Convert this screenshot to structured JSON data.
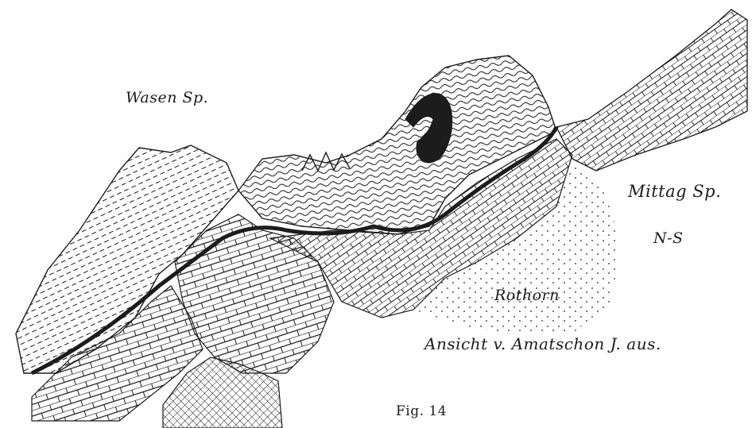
{
  "labels": {
    "peak_west": "Wasen Sp.",
    "peak_east": "Mittag Sp.",
    "orientation": "N-S",
    "mountain": "Rothorn",
    "view_note": "Ansicht v. Amatschon J. aus.",
    "figure_number": "Fig. 14"
  },
  "colors": {
    "ink": "#1c1c1c",
    "paper": "#fefefe"
  }
}
